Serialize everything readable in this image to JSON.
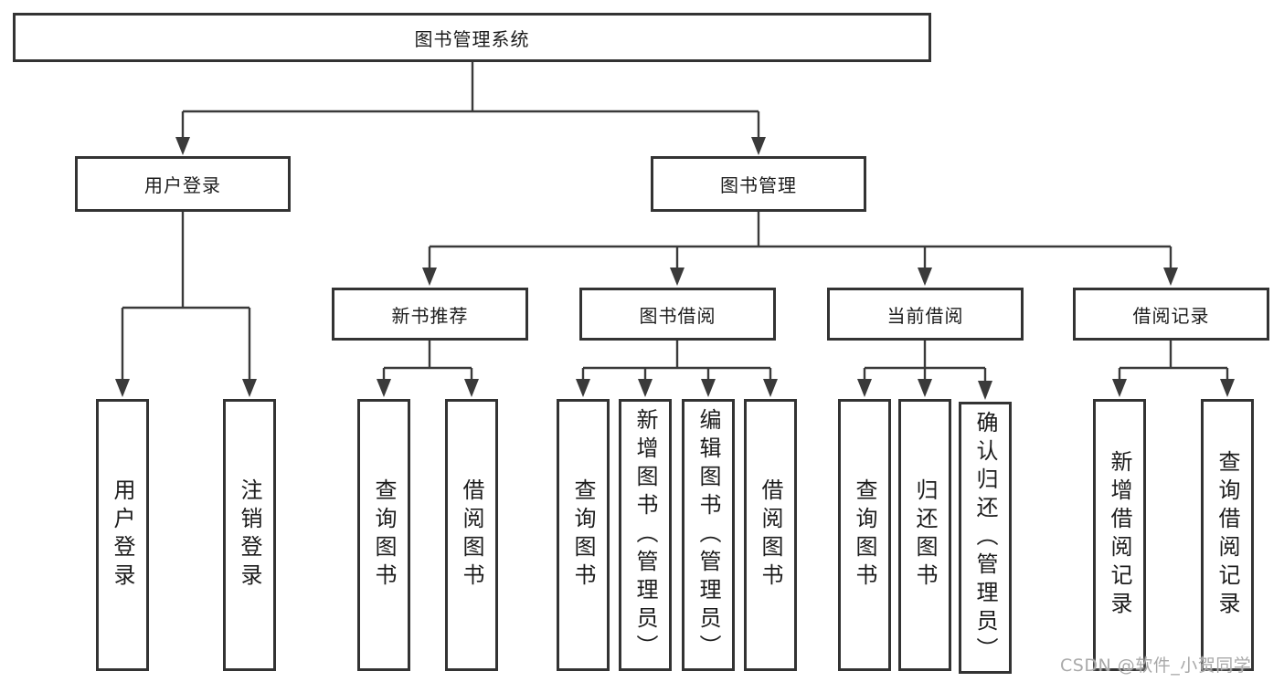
{
  "diagram": {
    "root": {
      "label": "图书管理系统"
    },
    "branches": [
      {
        "label": "用户登录",
        "children": [
          {
            "label": "用户登录"
          },
          {
            "label": "注销登录"
          }
        ]
      },
      {
        "label": "图书管理",
        "children": [
          {
            "label": "新书推荐",
            "children": [
              {
                "label": "查询图书"
              },
              {
                "label": "借阅图书"
              }
            ]
          },
          {
            "label": "图书借阅",
            "children": [
              {
                "label": "查询图书"
              },
              {
                "label": "新增图书（管理员）"
              },
              {
                "label": "编辑图书（管理员）"
              },
              {
                "label": "借阅图书"
              }
            ]
          },
          {
            "label": "当前借阅",
            "children": [
              {
                "label": "查询图书"
              },
              {
                "label": "归还图书"
              },
              {
                "label": "确认归还（管理员）"
              }
            ]
          },
          {
            "label": "借阅记录",
            "children": [
              {
                "label": "新增借阅记录"
              },
              {
                "label": "查询借阅记录"
              }
            ]
          }
        ]
      }
    ]
  },
  "watermark": {
    "text": "CSDN @软件_小贺同学"
  },
  "colors": {
    "line": "#3a3a3a",
    "box_border": "#333333",
    "text": "#1c1c1c",
    "watermark": "#a9a9a9",
    "background": "#ffffff"
  }
}
